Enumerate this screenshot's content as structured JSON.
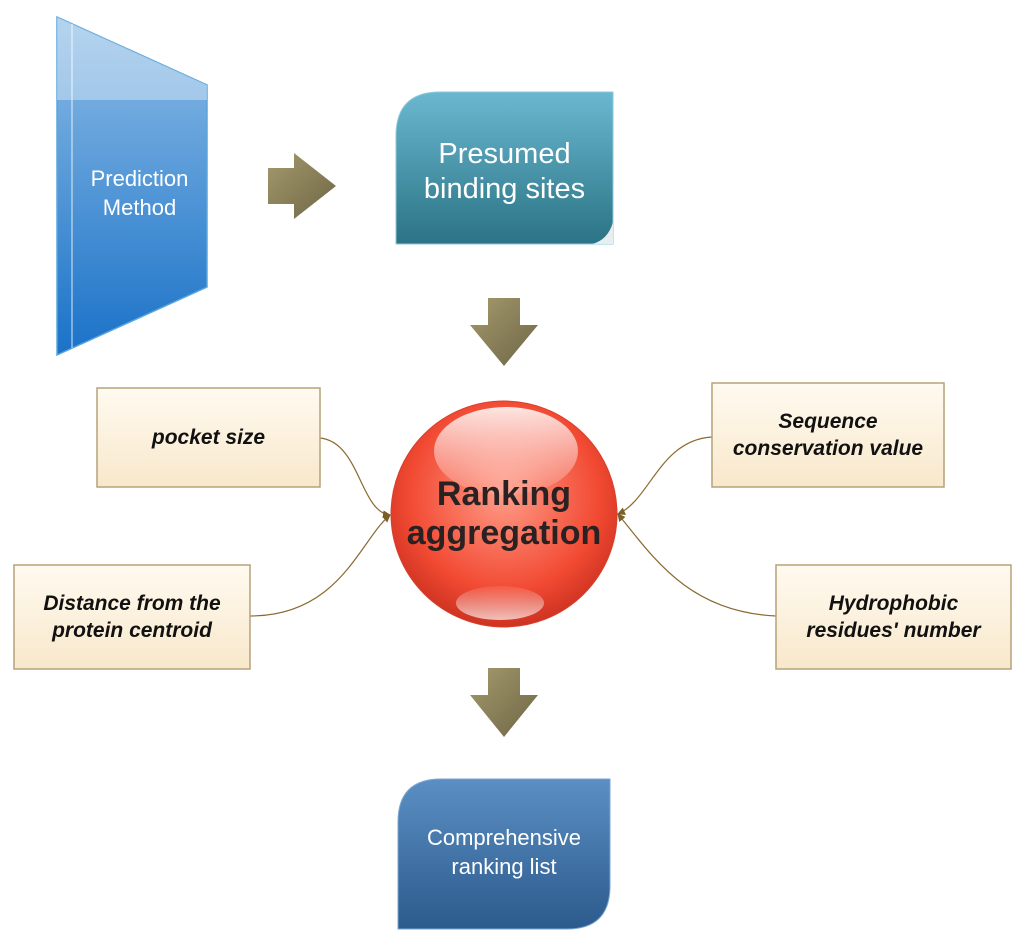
{
  "nodes": {
    "prediction_method": "Prediction\nMethod",
    "presumed_sites": "Presumed\nbinding sites",
    "ranking_aggregation": "Ranking\naggregation",
    "comprehensive_list": "Comprehensive\nranking list"
  },
  "factors": {
    "pocket_size": "pocket size",
    "distance_centroid": "Distance from the\nprotein centroid",
    "sequence_conservation": "Sequence\nconservation value",
    "hydrophobic_residues": "Hydrophobic\nresidues' number"
  },
  "colors": {
    "blue_light": "#9fc8ea",
    "blue_dark": "#1a72c8",
    "teal_light": "#6ab8d0",
    "teal_dark": "#2c7788",
    "steel_light": "#5b8fc4",
    "steel_dark": "#2f5f93",
    "arrow": "#847a55",
    "box_fill": "#fbf1de",
    "box_border": "#b5a27a",
    "sphere_light": "#ff9a86",
    "sphere_dark": "#e83a25"
  }
}
